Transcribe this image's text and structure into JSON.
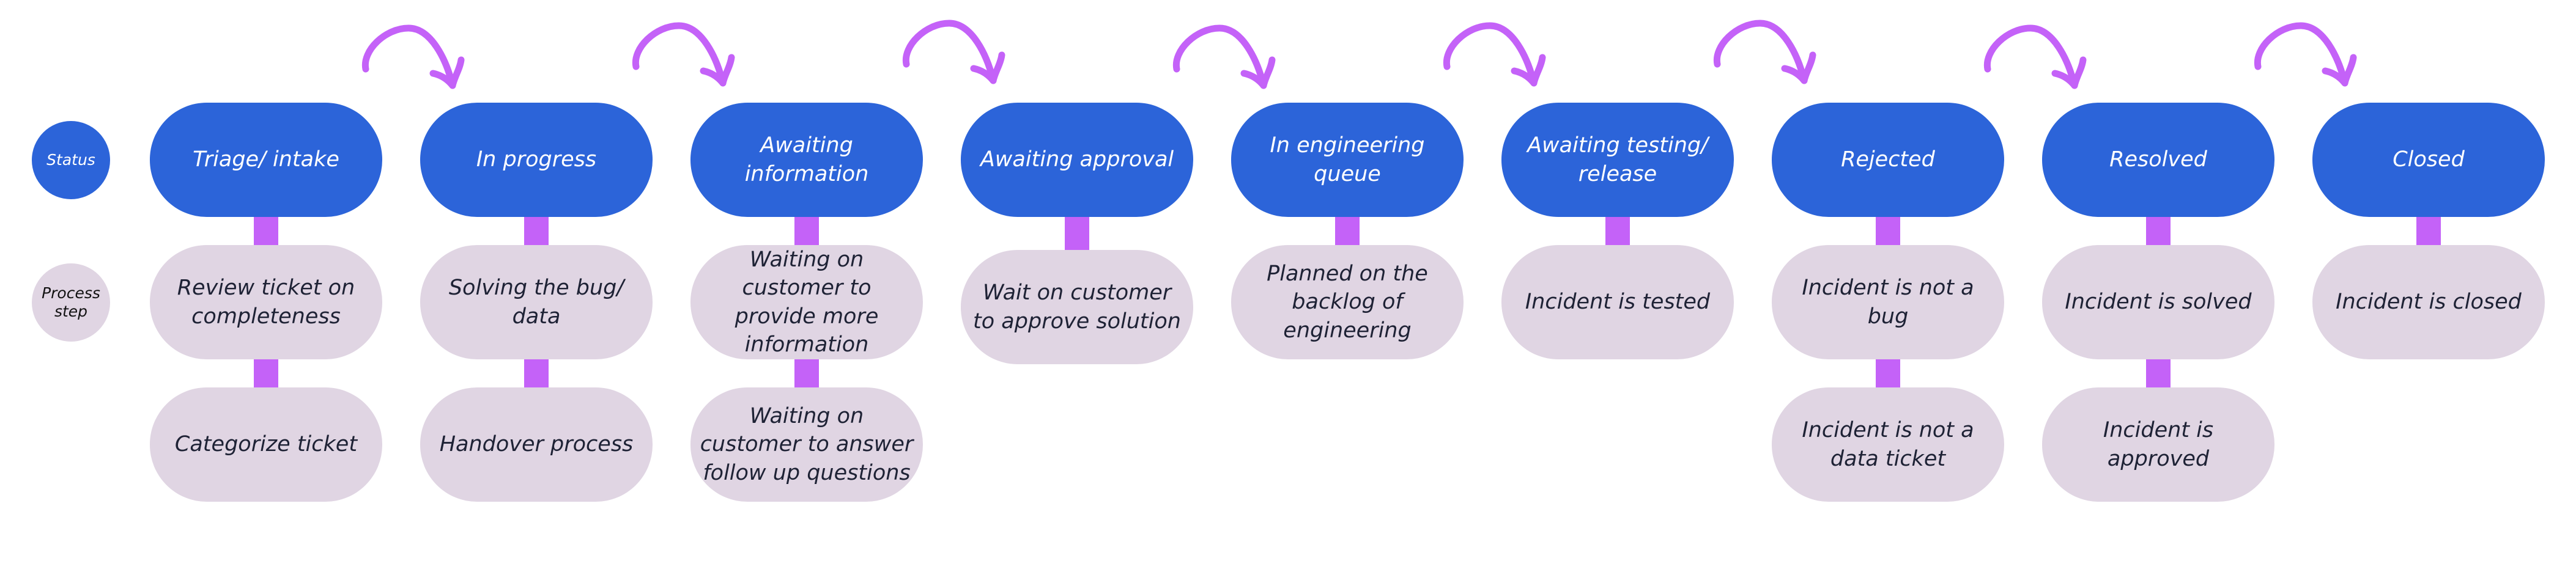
{
  "legend": {
    "status_label": "Status",
    "process_label": "Process step"
  },
  "colors": {
    "status": "#2c64d9",
    "process": "#e0d5e3",
    "connector": "#c462f8",
    "arrow": "#c462f8"
  },
  "columns": [
    {
      "status": "Triage/ intake",
      "steps": [
        "Review ticket on completeness",
        "Categorize ticket"
      ]
    },
    {
      "status": "In progress",
      "steps": [
        "Solving the bug/ data",
        "Handover process"
      ]
    },
    {
      "status": "Awaiting information",
      "steps": [
        "Waiting on customer to provide more information",
        "Waiting on customer to answer follow up questions"
      ]
    },
    {
      "status": "Awaiting approval",
      "steps": [
        "Wait on customer to approve solution"
      ]
    },
    {
      "status": "In engineering queue",
      "steps": [
        "Planned on the backlog of engineering"
      ]
    },
    {
      "status": "Awaiting testing/ release",
      "steps": [
        "Incident is tested"
      ]
    },
    {
      "status": "Rejected",
      "steps": [
        "Incident is not a bug",
        "Incident is not a data ticket"
      ]
    },
    {
      "status": "Resolved",
      "steps": [
        "Incident is solved",
        "Incident is approved"
      ]
    },
    {
      "status": "Closed",
      "steps": [
        "Incident is closed"
      ]
    }
  ],
  "transition_arrow_icon": "curved-arrow-right"
}
